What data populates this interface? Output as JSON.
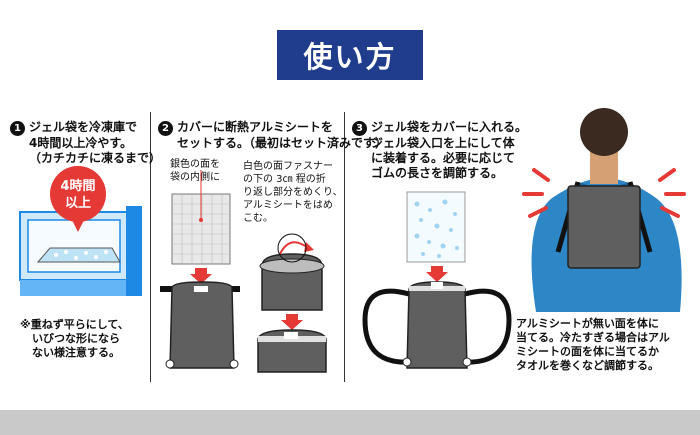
{
  "title": "使い方",
  "step1": {
    "number": "1",
    "lines": [
      "ジェル袋を冷凍庫で",
      "4時間以上冷やす。",
      "（カチカチに凍るまで）"
    ],
    "badge": [
      "4時間",
      "以上"
    ],
    "note": [
      "※重ねず平らにして、",
      "いびつな形になら",
      "ない様注意する。"
    ]
  },
  "step2": {
    "number": "2",
    "lines": [
      "カバーに断熱アルミシートを",
      "セットする。（最初はセット済みです）"
    ],
    "label_left": [
      "銀色の面を",
      "袋の内側に"
    ],
    "label_right": [
      "白色の面ファスナー",
      "の下の 3㎝ 程の折",
      "り返し部分をめくり、",
      "アルミシートをはめ",
      "こむ。"
    ]
  },
  "step3": {
    "number": "3",
    "lines": [
      "ジェル袋をカバーに入れる。",
      "ジェル袋入口を上にして体",
      "に装着する。必要に応じて",
      "ゴムの長さを調節する。"
    ]
  },
  "callout": [
    "アルミシートが無い面を体に",
    "当てる。冷たすぎる場合はアル",
    "ミシートの面を体に当てるか",
    "タオルを巻くなど調節する。"
  ],
  "colors": {
    "navy": "#1f3d8c",
    "red": "#e53935",
    "gray_bag": "#5f5f5f",
    "light_blue": "#c6e6f7",
    "shirt": "#2d86c6"
  }
}
